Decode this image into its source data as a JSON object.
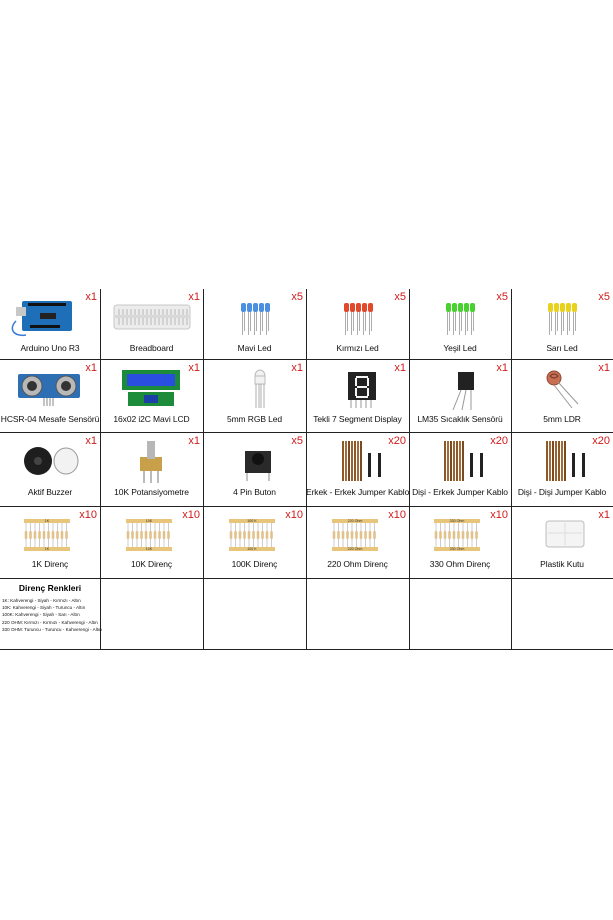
{
  "items": [
    {
      "label": "Arduino Uno R3",
      "qty": "x1",
      "icon": "arduino-board"
    },
    {
      "label": "Breadboard",
      "qty": "x1",
      "icon": "breadboard"
    },
    {
      "label": "Mavi Led",
      "qty": "x5",
      "icon": "blue-leds",
      "color": "#4a8fe0"
    },
    {
      "label": "Kırmızı Led",
      "qty": "x5",
      "icon": "red-leds",
      "color": "#e2482b"
    },
    {
      "label": "Yeşil Led",
      "qty": "x5",
      "icon": "green-leds",
      "color": "#49d12f"
    },
    {
      "label": "Sarı Led",
      "qty": "x5",
      "icon": "yellow-leds",
      "color": "#e8d21d"
    },
    {
      "label": "HCSR-04 Mesafe Sensörü",
      "qty": "x1",
      "icon": "ultrasonic-sensor"
    },
    {
      "label": "16x02 i2C Mavi LCD",
      "qty": "x1",
      "icon": "lcd-module"
    },
    {
      "label": "5mm RGB Led",
      "qty": "x1",
      "icon": "rgb-led"
    },
    {
      "label": "Tekli 7 Segment Display",
      "qty": "x1",
      "icon": "seven-segment"
    },
    {
      "label": "LM35 Sıcaklık Sensörü",
      "qty": "x1",
      "icon": "temperature-sensor"
    },
    {
      "label": "5mm LDR",
      "qty": "x1",
      "icon": "ldr"
    },
    {
      "label": "Aktif Buzzer",
      "qty": "x1",
      "icon": "buzzer"
    },
    {
      "label": "10K Potansiyometre",
      "qty": "x1",
      "icon": "potentiometer"
    },
    {
      "label": "4 Pin Buton",
      "qty": "x5",
      "icon": "push-button"
    },
    {
      "label": "Erkek - Erkek Jumper Kablo",
      "qty": "x20",
      "icon": "jumper-cables"
    },
    {
      "label": "Dişi - Erkek Jumper Kablo",
      "qty": "x20",
      "icon": "jumper-cables"
    },
    {
      "label": "Dişi - Dişi Jumper Kablo",
      "qty": "x20",
      "icon": "jumper-cables"
    },
    {
      "label": "1K Direnç",
      "qty": "x10",
      "icon": "resistor-strip",
      "tape_top": "1K",
      "tape_bottom": "1K"
    },
    {
      "label": "10K Direnç",
      "qty": "x10",
      "icon": "resistor-strip",
      "tape_top": "10K",
      "tape_bottom": "10K"
    },
    {
      "label": "100K Direnç",
      "qty": "x10",
      "icon": "resistor-strip",
      "tape_top": "100 K",
      "tape_bottom": "100 K"
    },
    {
      "label": "220 Ohm Direnç",
      "qty": "x10",
      "icon": "resistor-strip",
      "tape_top": "220 Ohm",
      "tape_bottom": "220 Ohm"
    },
    {
      "label": "330 Ohm Direnç",
      "qty": "x10",
      "icon": "resistor-strip",
      "tape_top": "330 Ohm",
      "tape_bottom": "330 Ohm"
    },
    {
      "label": "Plastik Kutu",
      "qty": "x1",
      "icon": "plastic-box"
    }
  ],
  "legend": {
    "title": "Direnç Renkleri",
    "lines": [
      "1K: Kahverengi - Siyah - Kırmızı - Altın",
      "10K: Kahverengi - Siyah - Turuncu - Altın",
      "100K: Kahverengi - Siyah - Sarı - Altın",
      "220 OHM: Kırmızı - Kırmızı - Kahverengi - Altın",
      "330 OHM: Turuncu - Turuncu - Kahverengi - Altın"
    ]
  },
  "colors": {
    "quantity": "#d11a1a",
    "grid": "#222222"
  }
}
